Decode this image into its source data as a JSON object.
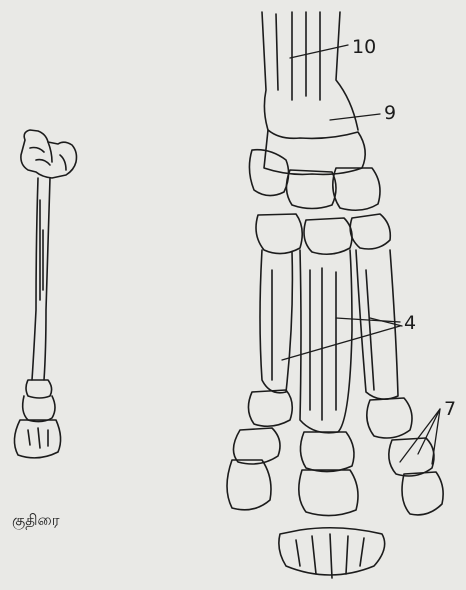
{
  "labels": {
    "label_10": "10",
    "label_9": "9",
    "label_4": "4",
    "label_7": "7"
  },
  "caption": "குதிரை",
  "colors": {
    "background": "#e9e9e6",
    "ink": "#1c1c1c"
  }
}
